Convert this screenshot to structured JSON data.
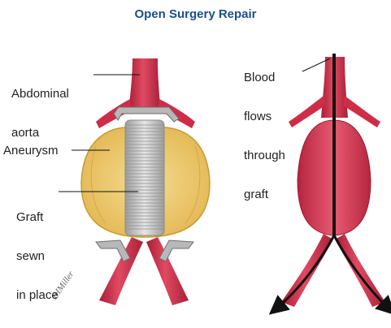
{
  "title": "Open Surgery Repair",
  "labels": {
    "aorta_line1": "Abdominal",
    "aorta_line2": "aorta",
    "aneurysm": "Aneurysm",
    "graft_line1": "Graft",
    "graft_line2": "sewn",
    "graft_line3": "in place",
    "blood_line1": "Blood",
    "blood_line2": "flows",
    "blood_line3": "through",
    "blood_line4": "graft"
  },
  "signature": "JHMiller",
  "colors": {
    "title": "#1a4f8f",
    "vessel": "#d7324b",
    "vessel_dark": "#a81f36",
    "aneurysm": "#f2cd72",
    "graft": "#c9c9c9",
    "clamp": "#9a9a9a"
  }
}
